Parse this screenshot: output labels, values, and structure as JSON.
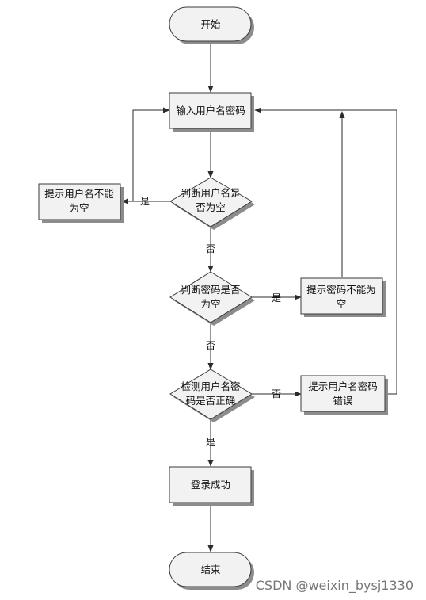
{
  "nodes": {
    "start": "开始",
    "input": "输入用户名密码",
    "check_user_l1": "判断用户名是",
    "check_user_l2": "否为空",
    "msg_user_l1": "提示用户名不能",
    "msg_user_l2": "为空",
    "check_pwd_l1": "判断密码是否",
    "check_pwd_l2": "为空",
    "msg_pwd_l1": "提示密码不能为",
    "msg_pwd_l2": "空",
    "verify_l1": "检测用户名密",
    "verify_l2": "码是否正确",
    "msg_wrong_l1": "提示用户名密码",
    "msg_wrong_l2": "错误",
    "success": "登录成功",
    "end": "结束"
  },
  "edges": {
    "user_yes": "是",
    "user_no": "否",
    "pwd_yes": "是",
    "pwd_no": "否",
    "verify_no": "否",
    "verify_yes": "是"
  },
  "watermark": "CSDN @weixin_bysj1330"
}
